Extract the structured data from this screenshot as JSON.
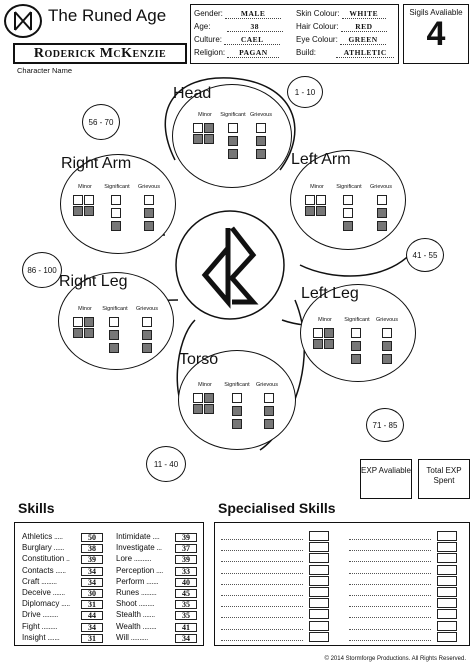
{
  "header": {
    "title": "The Runed Age",
    "character_name": "Roderick McKenzie",
    "character_name_label": "Character Name",
    "attributes": [
      {
        "label": "Gender:",
        "value": "MALE"
      },
      {
        "label": "Age:",
        "value": "38"
      },
      {
        "label": "Culture:",
        "value": "CAEL"
      },
      {
        "label": "Religion:",
        "value": "PAGAN"
      },
      {
        "label": "Skin Colour:",
        "value": "WHITE"
      },
      {
        "label": "Hair Colour:",
        "value": "RED"
      },
      {
        "label": "Eye Colour:",
        "value": "GREEN"
      },
      {
        "label": "Build:",
        "value": "ATHLETIC"
      }
    ],
    "sigils_label": "Sigils Avaliable",
    "sigils_value": "4"
  },
  "severity": {
    "minor": "Minor",
    "significant": "Significant",
    "grievous": "Grievous"
  },
  "body_parts": {
    "head": {
      "name": "Head",
      "range": "1 - 10"
    },
    "right_arm": {
      "name": "Right Arm",
      "range": "56 - 70"
    },
    "left_arm": {
      "name": "Left Arm",
      "range": "41 - 55"
    },
    "right_leg": {
      "name": "Right Leg",
      "range": "86 - 100"
    },
    "left_leg": {
      "name": "Left Leg",
      "range": "71 - 85"
    },
    "torso": {
      "name": "Torso",
      "range": "11 - 40"
    }
  },
  "exp": {
    "available_label": "EXP Avaliable",
    "total_label": "Total EXP Spent"
  },
  "skills_heading": "Skills",
  "specialised_heading": "Specialised Skills",
  "skills_left": [
    {
      "name": "Athletics",
      "value": "50"
    },
    {
      "name": "Burglary",
      "value": "38"
    },
    {
      "name": "Constitution",
      "value": "39"
    },
    {
      "name": "Contacts",
      "value": "34"
    },
    {
      "name": "Craft",
      "value": "34"
    },
    {
      "name": "Deceive",
      "value": "30"
    },
    {
      "name": "Diplomacy",
      "value": "31"
    },
    {
      "name": "Drive",
      "value": "44"
    },
    {
      "name": "Fight",
      "value": "34"
    },
    {
      "name": "Insight",
      "value": "31"
    }
  ],
  "skills_right": [
    {
      "name": "Intimidate",
      "value": "39"
    },
    {
      "name": "Investigate",
      "value": "37"
    },
    {
      "name": "Lore",
      "value": "39"
    },
    {
      "name": "Perception",
      "value": "33"
    },
    {
      "name": "Perform",
      "value": "40"
    },
    {
      "name": "Runes",
      "value": "45"
    },
    {
      "name": "Shoot",
      "value": "35"
    },
    {
      "name": "Stealth",
      "value": "35"
    },
    {
      "name": "Wealth",
      "value": "41"
    },
    {
      "name": "Will",
      "value": "34"
    }
  ],
  "copyright": "© 2014 Stormforge Productions. All Rights Reserved."
}
